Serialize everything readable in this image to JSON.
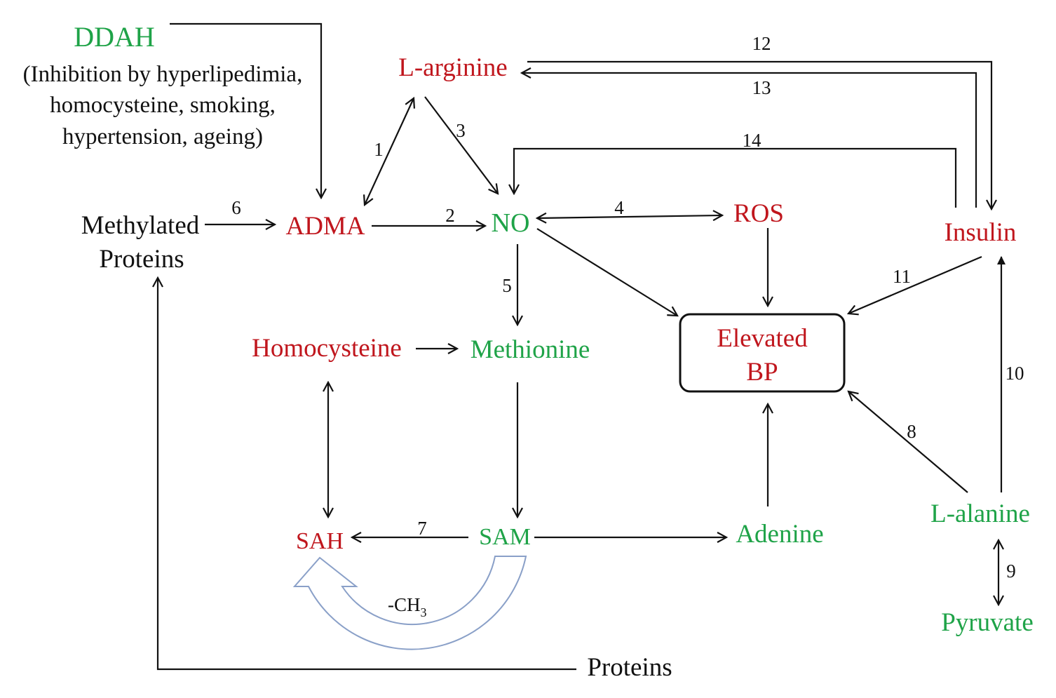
{
  "colors": {
    "red": "#c0161d",
    "green": "#1fa348",
    "black": "#111111",
    "cycle_arrow": "#8aa0c8"
  },
  "nodes": {
    "ddah": "DDAH",
    "ddah_note_1": "(Inhibition by hyperlipedimia,",
    "ddah_note_2": "homocysteine, smoking,",
    "ddah_note_3": "hypertension, ageing)",
    "l_arginine": "L-arginine",
    "methylated_1": "Methylated",
    "methylated_2": "Proteins",
    "adma": "ADMA",
    "no": "NO",
    "ros": "ROS",
    "insulin": "Insulin",
    "homocysteine": "Homocysteine",
    "methionine": "Methionine",
    "elevated_1": "Elevated",
    "elevated_2": "BP",
    "sah": "SAH",
    "sam": "SAM",
    "adenine": "Adenine",
    "l_alanine": "L-alanine",
    "pyruvate": "Pyruvate",
    "proteins": "Proteins",
    "ch3": "-CH",
    "ch3_sub": "3"
  },
  "edge_labels": {
    "e1": "1",
    "e2": "2",
    "e3": "3",
    "e4": "4",
    "e5": "5",
    "e6": "6",
    "e7": "7",
    "e8": "8",
    "e9": "9",
    "e10": "10",
    "e11": "11",
    "e12": "12",
    "e13": "13",
    "e14": "14"
  }
}
